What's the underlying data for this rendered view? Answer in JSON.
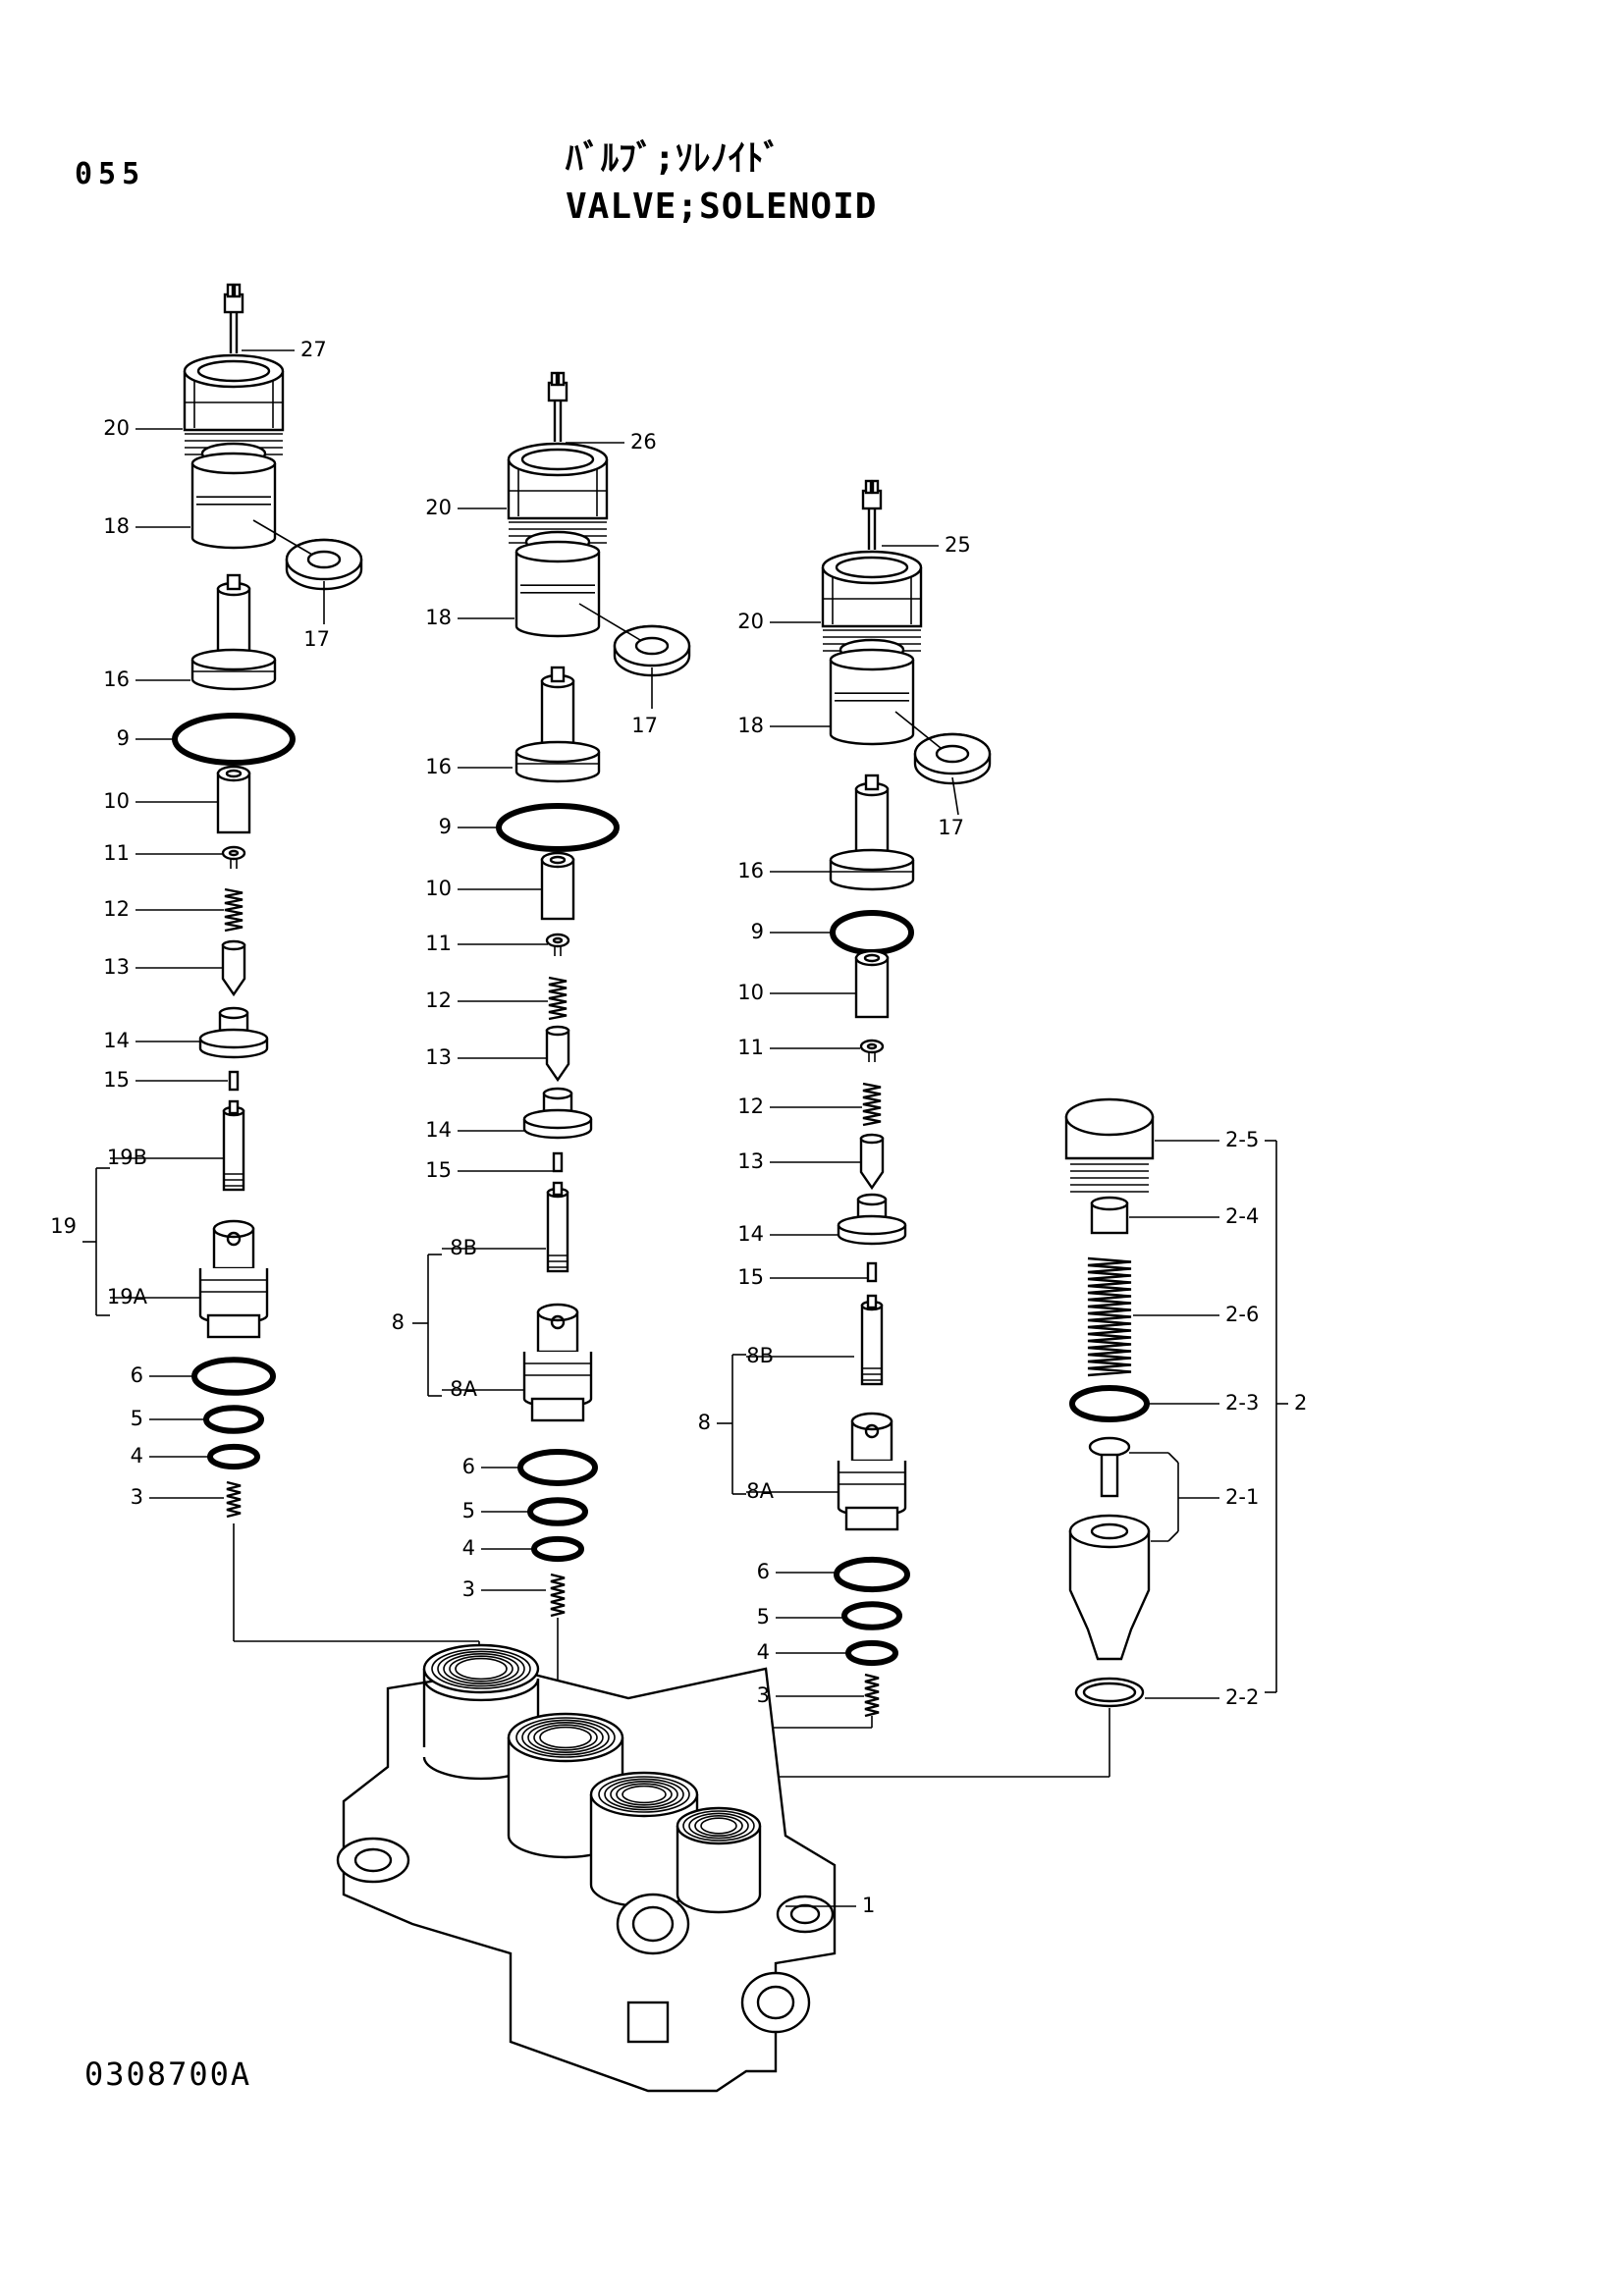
{
  "header": {
    "page_number": "055",
    "title_jp": "ﾊﾞﾙﾌﾞ;ｿﾚﾉｲﾄﾞ",
    "title_en": "VALVE;SOLENOID"
  },
  "footer": {
    "drawing_number": "0308700A"
  },
  "callouts": [
    "27",
    "20",
    "18",
    "17",
    "16",
    "9",
    "10",
    "11",
    "12",
    "13",
    "14",
    "15",
    "19B",
    "19",
    "19A",
    "6",
    "5",
    "4",
    "3",
    "26",
    "20",
    "18",
    "17",
    "16",
    "9",
    "10",
    "11",
    "12",
    "13",
    "14",
    "15",
    "8B",
    "8",
    "8A",
    "6",
    "5",
    "4",
    "3",
    "25",
    "20",
    "18",
    "17",
    "16",
    "9",
    "10",
    "11",
    "12",
    "13",
    "14",
    "15",
    "8B",
    "8",
    "8A",
    "6",
    "5",
    "4",
    "3",
    "2-5",
    "2-4",
    "2-6",
    "2-3",
    "2",
    "2-1",
    "2-2",
    "1"
  ]
}
